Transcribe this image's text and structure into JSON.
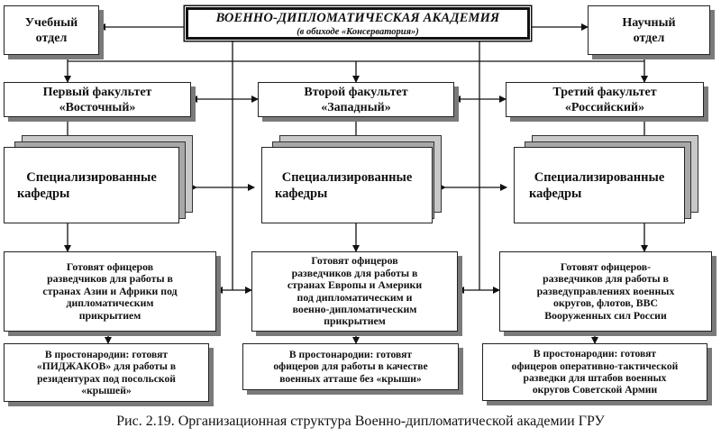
{
  "academy": {
    "title": "ВОЕННО-ДИПЛОМАТИЧЕСКАЯ АКАДЕМИЯ",
    "subtitle": "(в обиходе «Консерватория»)"
  },
  "departments": {
    "left": [
      "Учебный",
      "отдел"
    ],
    "right": [
      "Научный",
      "отдел"
    ]
  },
  "columns": [
    {
      "faculty": [
        "Первый факультет",
        "«Восточный»"
      ],
      "chairs": [
        "Специализированные",
        "кафедры"
      ],
      "prepares": [
        "Готовят офицеров",
        "разведчиков для работы в",
        "странах Азии и Африки под",
        "дипломатическим",
        "прикрытием"
      ],
      "slang": [
        "В простонародии: готовят",
        "«ПИДЖАКОВ» для работы в",
        "резидентурах под посольской",
        "«крышей»"
      ]
    },
    {
      "faculty": [
        "Второй факультет",
        "«Западный»"
      ],
      "chairs": [
        "Специализированные",
        "кафедры"
      ],
      "prepares": [
        "Готовят офицеров",
        "разведчиков для работы в",
        "странах Европы и Америки",
        "под дипломатическим и",
        "военно-дипломатическим",
        "прикрытием"
      ],
      "slang": [
        "В простонародии: готовят",
        "офицеров для работы в качестве",
        "военных атташе без «крыши»"
      ]
    },
    {
      "faculty": [
        "Третий факультет",
        "«Российский»"
      ],
      "chairs": [
        "Специализированные",
        "кафедры"
      ],
      "prepares": [
        "Готовят офицеров-",
        "разведчиков для работы в",
        "разведуправлениях военных",
        "округов, флотов, ВВС",
        "Вооруженных сил России"
      ],
      "slang": [
        "В простонародии: готовят",
        "офицеров оперативно-тактической",
        "разведки для штабов военных",
        "округов Советской Армии"
      ]
    }
  ],
  "caption": "Рис. 2.19. Организационная структура Военно-дипломатической академии ГРУ"
}
